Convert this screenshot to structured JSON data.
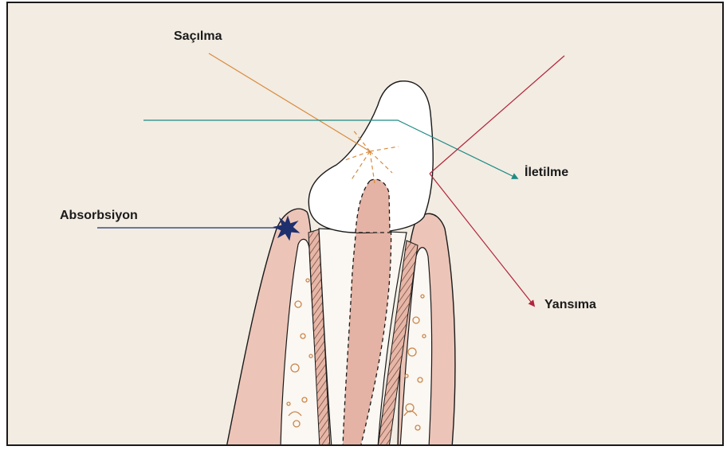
{
  "labels": {
    "scattering": "Saçılma",
    "transmission": "İletilme",
    "absorption": "Absorbsiyon",
    "reflection": "Yansıma"
  },
  "colors": {
    "background": "#f2ece2",
    "gum": "#ecc5b8",
    "pulp": "#e4b3a5",
    "enamel": "#ffffff",
    "scattering": "#d98a3c",
    "transmission": "#1f8a84",
    "absorption": "#1e2f6e",
    "reflection": "#b3243a"
  }
}
